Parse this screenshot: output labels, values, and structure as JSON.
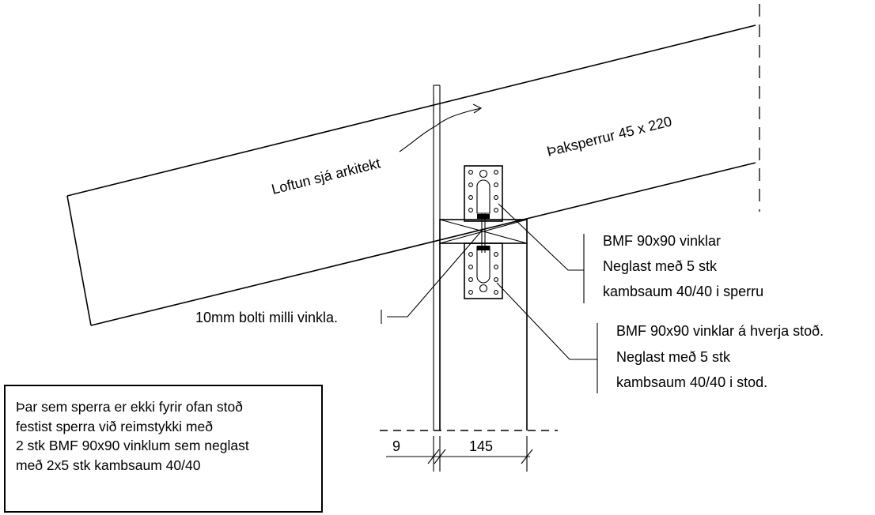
{
  "labels": {
    "rafter": "Þaksperrur 45 x 220",
    "ventilation": "Loftun sjá arkitekt",
    "bolt": "10mm bolti milli vinkla.",
    "bracket_top": [
      "BMF 90x90 vinklar",
      "Neglast með 5 stk",
      "kambsaum 40/40 i sperru"
    ],
    "bracket_bottom": [
      "BMF 90x90 vinklar á hverja stoð.",
      "Neglast með 5 stk",
      "kambsaum 40/40 i stod."
    ],
    "dim_left": "9",
    "dim_right": "145"
  },
  "note": {
    "lines": [
      "Þar sem sperra er ekki fyrir ofan stoð",
      "festist sperra við reimstykki með",
      "2 stk BMF 90x90 vinklum sem neglast",
      "með 2x5 stk kambsaum 40/40"
    ]
  }
}
